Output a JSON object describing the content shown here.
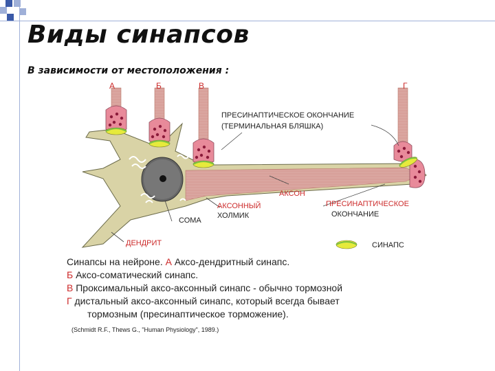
{
  "title": "Виды синапсов",
  "subtitle": "В зависимости от местоположения :",
  "colors": {
    "cell_fill": "#d9d3a6",
    "cell_stroke": "#6b6b4a",
    "axon_stripe": "#c77a7a",
    "terminal_fill": "#e88a9a",
    "vesicle": "#8b1a3a",
    "synapse_yellow": "#e6ea3c",
    "synapse_green": "#7bc043",
    "nucleus": "#666666",
    "label_red": "#cc2a2a",
    "deco_blue": "#3b5aa8"
  },
  "icons": [
    "neuron-soma",
    "nucleus",
    "synapse-symbol"
  ],
  "diagram": {
    "letters": {
      "a": "А",
      "b": "Б",
      "v": "В",
      "g": "Г"
    },
    "labels": {
      "presyn_top_1": "ПРЕСИНАПТИЧЕСКОЕ ОКОНЧАНИЕ",
      "presyn_top_2": "(ТЕРМИНАЛЬНАЯ БЛЯШКА)",
      "axon": "АКСОН",
      "axon_hillock_1": "АКСОННЫЙ",
      "axon_hillock_2": "ХОЛМИК",
      "soma": "СОМА",
      "presyn_right_1": "ПРЕСИНАПТИЧЕСКОЕ",
      "presyn_right_2": "ОКОНЧАНИЕ",
      "dendrite": "ДЕНДРИТ",
      "synapse": "СИНАПС"
    }
  },
  "caption": {
    "line1_letter": "А",
    "line1_start": "Синапсы на нейроне.",
    "line1_text": "Аксо-дендритный синапс.",
    "line2_letter": "Б",
    "line2_text": "Аксо-соматический синапс.",
    "line3_letter": "В",
    "line3_text": "Проксимальный аксо-аксонный синапс - обычно тормозной",
    "line4_letter": "Г",
    "line4_text": "дистальный аксо-аксонный синапс, который всегда бывает",
    "line5_text": "тормозным   (пресинаптическое торможение)."
  },
  "source": "(Schmidt R.F., Thews G., \"Human Physiology\", 1989.)"
}
